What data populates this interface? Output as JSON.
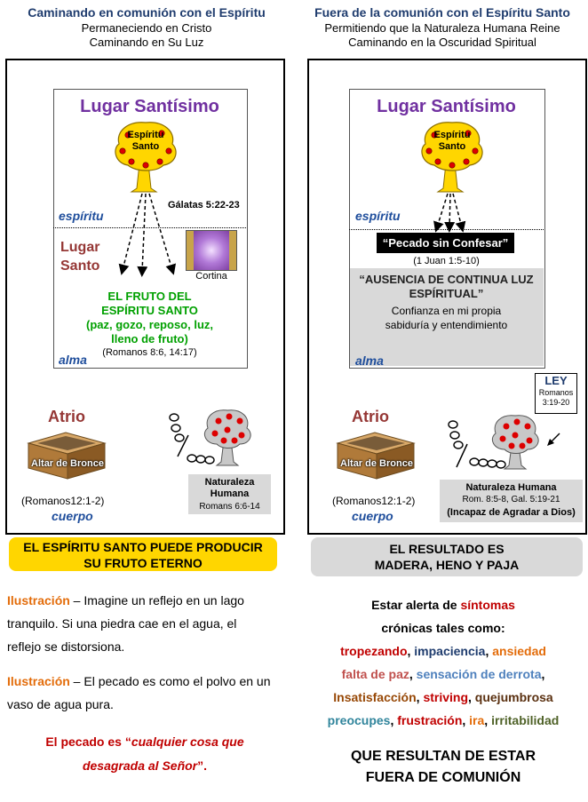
{
  "left": {
    "header": {
      "title": "Caminando en comunión con el Espíritu",
      "line1": "Permaneciendo en Cristo",
      "line2": "Caminando en Su Luz"
    },
    "holiest": "Lugar Santísimo",
    "tree_line1": "Espíritu",
    "tree_line2": "Santo",
    "galatas": "Gálatas 5:22-23",
    "espiritu": "espíritu",
    "holy_line1": "Lugar",
    "holy_line2": "Santo",
    "cortina": "Cortina",
    "fruit_line1": "EL FRUTO DEL",
    "fruit_line2": "ESPÍRITU SANTO",
    "fruit_line3": "(paz, gozo, reposo, luz,",
    "fruit_line4": "lleno de fruto)",
    "romanos_fruit": "(Romanos 8:6, 14:17)",
    "alma": "alma",
    "atrio": "Atrio",
    "altar": "Altar de Bronce",
    "romanos12": "(Romanos12:1-2)",
    "cuerpo": "cuerpo",
    "nature_line1": "Naturaleza",
    "nature_line2": "Humana",
    "nature_ref": "Romans 6:6-14",
    "banner_line1": "EL ESPÍRITU SANTO PUEDE PRODUCIR",
    "banner_line2": "SU FRUTO ETERNO",
    "ill1_label": "Ilustración",
    "ill1_text": " – Imagine un reflejo en un lago tranquilo.  Si una piedra cae en el agua, el reflejo se distorsiona.",
    "ill2_label": "Ilustración",
    "ill2_text": "  – El pecado es como el polvo en un vaso de agua pura.",
    "sin_line1_a": "El pecado es “",
    "sin_line1_b": "cualquier cosa que",
    "sin_line2_a": "desagrada al Señor",
    "sin_line2_b": "”."
  },
  "right": {
    "header": {
      "title": "Fuera de la comunión con el Espíritu Santo",
      "line1": "Permitiendo que la Naturaleza Humana Reine",
      "line2": "Caminando en la Oscuridad Spiritual"
    },
    "holiest": "Lugar Santísimo",
    "tree_line1": "Espíritu",
    "tree_line2": "Santo",
    "espiritu": "espíritu",
    "pecado": "“Pecado sin Confesar”",
    "juan": "(1 Juan 1:5-10)",
    "ausencia_line1": "“AUSENCIA DE CONTINUA LUZ",
    "ausencia_line2": "ESPÍRITUAL”",
    "confianza_line1": "Confianza en mi propia",
    "confianza_line2": "sabiduría y entendimiento",
    "alma": "alma",
    "ley": "LEY",
    "ley_ref1": "Romanos",
    "ley_ref2": "3:19-20",
    "atrio": "Atrio",
    "altar": "Altar de Bronce",
    "romanos12": "(Romanos12:1-2)",
    "cuerpo": "cuerpo",
    "nature_title": "Naturaleza Humana",
    "nature_ref": "Rom. 8:5-8,  Gal. 5:19-21",
    "nature_note": "(Incapaz de Agradar a Dios)",
    "banner_line1": "EL RESULTADO ES",
    "banner_line2": "MADERA,  HENO Y PAJA",
    "alert_a": "Estar alerta de ",
    "alert_b": "síntomas",
    "alert_line2": "crónicas tales como:",
    "symptoms": {
      "w1": "tropezando",
      "w2": "impaciencia",
      "w3": "ansiedad",
      "w4": "falta de paz",
      "w5": "sensación de derrota",
      "w6": "Insatisfacción",
      "w7": "striving",
      "w8": "quejumbrosa",
      "w9": "preocupes",
      "w10": "frustración",
      "w11": "ira",
      "w12": "irritabilidad"
    },
    "final_line1": "QUE RESULTAN DE ESTAR",
    "final_line2": "FUERA DE COMUNIÓN"
  },
  "colors": {
    "yellow_banner": "#ffd600",
    "gray_banner": "#d9d9d9",
    "purple": "#7030a0",
    "brown": "#953735",
    "blue": "#1f4e9c",
    "green": "#00a000",
    "red": "#c00000",
    "orange": "#e36c0a"
  }
}
